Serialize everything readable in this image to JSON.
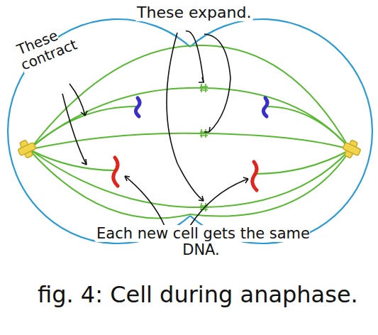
{
  "diagram": {
    "caption": "fig. 4: Cell during anaphase.",
    "labels": [
      "These expand.",
      "These contract",
      "Each new cell gets the same DNA."
    ]
  }
}
